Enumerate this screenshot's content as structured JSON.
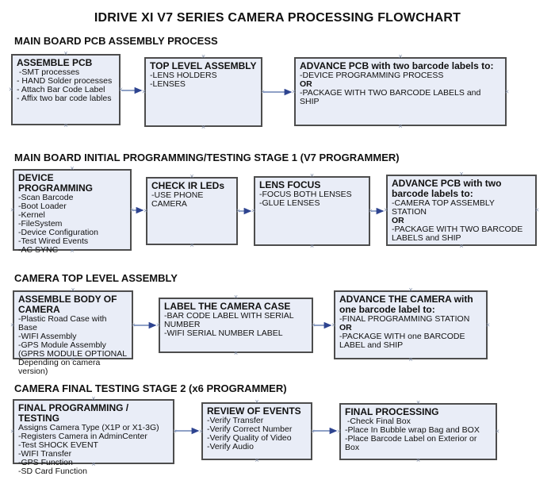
{
  "title": "IDRIVE XI V7 SERIES CAMERA PROCESSING FLOWCHART",
  "colors": {
    "box_fill": "#e9edf7",
    "box_border": "#4d4d4d",
    "arrow_color": "#6a82b4",
    "arrow_head": "#2e4490",
    "handle_color": "#8794ad"
  },
  "handle_glyph": "×",
  "sections": [
    {
      "heading": "MAIN BOARD PCB ASSEMBLY PROCESS",
      "boxes": [
        {
          "title": "ASSEMBLE PCB",
          "items": [
            " -SMT processes",
            "- HAND Solder processes",
            "- Attach Bar Code Label",
            "- Affix two bar code lables"
          ]
        },
        {
          "title": "TOP LEVEL ASSEMBLY",
          "items": [
            "-LENS HOLDERS",
            "-LENSES"
          ]
        },
        {
          "title": "ADVANCE PCB with two barcode labels to:",
          "items": [
            "-DEVICE PROGRAMMING PROCESS",
            "OR",
            "-PACKAGE WITH TWO BARCODE LABELS and SHIP"
          ]
        }
      ]
    },
    {
      "heading": "MAIN BOARD INITIAL PROGRAMMING/TESTING STAGE 1 (V7 PROGRAMMER)",
      "boxes": [
        {
          "title": "DEVICE PROGRAMMING",
          "items": [
            "-Scan Barcode",
            "-Boot Loader",
            "-Kernel",
            "-FileSystem",
            "-Device Configuration",
            "-Test Wired Events",
            "-AC SYNC"
          ]
        },
        {
          "title": "CHECK IR LEDs",
          "items": [
            "-USE PHONE CAMERA"
          ]
        },
        {
          "title": "LENS FOCUS",
          "items": [
            "-FOCUS BOTH LENSES",
            "-GLUE LENSES"
          ]
        },
        {
          "title": "ADVANCE PCB with two barcode labels to:",
          "items": [
            "-CAMERA TOP ASSEMBLY STATION",
            "OR",
            "-PACKAGE WITH TWO BARCODE LABELS and SHIP"
          ]
        }
      ]
    },
    {
      "heading": "CAMERA TOP LEVEL ASSEMBLY",
      "boxes": [
        {
          "title": "ASSEMBLE BODY OF CAMERA",
          "items": [
            "-Plastic Road Case with Base",
            "-WIFI Assembly",
            "-GPS Module Assembly",
            "(GPRS MODULE OPTIONAL",
            "Depending on camera version)"
          ]
        },
        {
          "title": "LABEL THE CAMERA CASE",
          "items": [
            "-BAR CODE LABEL WITH SERIAL NUMBER",
            "-WIFI SERIAL NUMBER LABEL"
          ]
        },
        {
          "title": "ADVANCE THE CAMERA with one barcode label to:",
          "items": [
            "-FINAL PROGRAMMING STATION",
            "OR",
            "-PACKAGE WITH one BARCODE LABEL and SHIP"
          ]
        }
      ]
    },
    {
      "heading": "CAMERA FINAL TESTING STAGE 2 (x6 PROGRAMMER)",
      "boxes": [
        {
          "title": "FINAL PROGRAMMING / TESTING",
          "items": [
            "Assigns Camera Type (X1P or X1-3G)",
            "-Registers Camera in AdminCenter",
            "-Test SHOCK EVENT",
            "-WIFI Transfer",
            "-GPS Function",
            "-SD Card Function"
          ]
        },
        {
          "title": "REVIEW OF EVENTS",
          "items": [
            "-Verify Transfer",
            "-Verify Correct Number",
            "-Verify Quality of Video",
            "-Verify Audio"
          ]
        },
        {
          "title": "FINAL PROCESSING",
          "items": [
            " -Check Final Box",
            "-Place In Bubble wrap Bag and BOX",
            "-Place Barcode Label on Exterior or Box"
          ]
        }
      ]
    }
  ]
}
